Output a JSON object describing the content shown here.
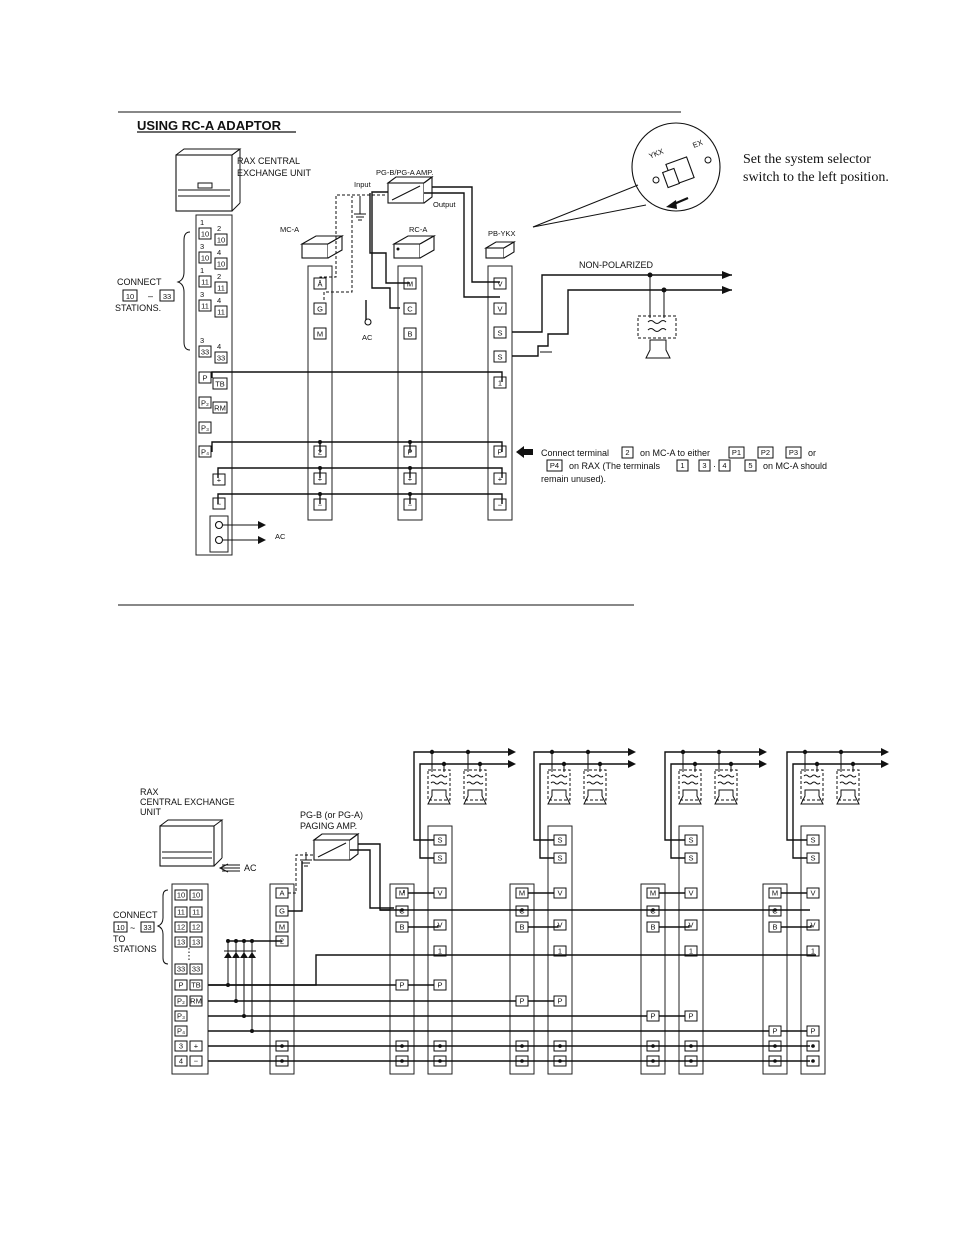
{
  "diagram1": {
    "title": "USING  RC-A  ADAPTOR",
    "rax_label_1": "RAX CENTRAL",
    "rax_label_2": "EXCHANGE UNIT",
    "amp_label": "PG-B/PG-A AMP.",
    "input_label": "Input",
    "output_label": "Output",
    "mca_label": "MC-A",
    "rca_label": "RC-A",
    "pbykx_label": "PB-YKX",
    "connect_label_1": "CONNECT",
    "connect_range_from": "10",
    "connect_range_sep": "–",
    "connect_range_to": "33",
    "stations_label": "STATIONS.",
    "nonpolarized_label": "NON-POLARIZED",
    "ac_label_small": "AC",
    "ac_label": "AC",
    "selector_ykx": "YKX",
    "selector_ex": "EX",
    "selector_note_1": "Set the system selector",
    "selector_note_2": "switch to the left position.",
    "note_1a": "Connect terminal",
    "note_t2": "2",
    "note_1b": "on MC-A to either",
    "note_p1": "P1",
    "note_p2": "P2",
    "note_p3": "P3",
    "note_or": "or",
    "note_p4": "P4",
    "note_2a": "on RAX (The terminals",
    "note_t1": "1",
    "note_t3": "3",
    "note_dot": "·",
    "note_t4": "4",
    "note_t5": "5",
    "note_2b": "on MC-A should",
    "note_3": "remain unused).",
    "rax_terminals": [
      {
        "sup1": "1",
        "sup2": "2",
        "a": "10",
        "b": "10"
      },
      {
        "sup1": "3",
        "sup2": "4",
        "a": "10",
        "b": "10"
      },
      {
        "sup1": "1",
        "sup2": "2",
        "a": "11",
        "b": "11"
      },
      {
        "sup1": "3",
        "sup2": "4",
        "a": "11",
        "b": "11"
      },
      {
        "sup1": "3",
        "sup2": "4",
        "a": "33",
        "b": "33"
      }
    ],
    "rax_p_terminals": [
      "P",
      "P₂",
      "P₃",
      "P₄"
    ],
    "rax_tb": "TB",
    "rax_rm": "RM",
    "rax_plus": "+",
    "rax_minus": "−",
    "mca_terms": [
      "A",
      "G",
      "M",
      "2",
      "+",
      "−"
    ],
    "rca_terms": [
      "M",
      "C",
      "B",
      "P",
      "+",
      "−"
    ],
    "pbykx_terms": [
      "V",
      "V",
      "S",
      "S",
      "1",
      "P",
      "+",
      "−"
    ]
  },
  "diagram2": {
    "rax_label_1": "RAX",
    "rax_label_2": "CENTRAL EXCHANGE",
    "rax_label_3": "UNIT",
    "ac_label": "AC",
    "amp_label_1": "PG-B (or PG-A)",
    "amp_label_2": "PAGING AMP.",
    "connect_label_1": "CONNECT",
    "connect_from": "10",
    "connect_tilde": "~",
    "connect_to": "33",
    "connect_label_3": "TO",
    "connect_label_4": "STATIONS",
    "rax_rows": [
      {
        "a": "10",
        "b": "10"
      },
      {
        "a": "11",
        "b": "11"
      },
      {
        "a": "12",
        "b": "12"
      },
      {
        "a": "13",
        "b": "13"
      },
      {
        "a": "33",
        "b": "33"
      }
    ],
    "rax_p_rows": [
      {
        "a": "P",
        "b": "TB"
      },
      {
        "a": "P₂",
        "b": "RM"
      },
      {
        "a": "P₃",
        "b": ""
      },
      {
        "a": "P₄",
        "b": ""
      },
      {
        "a": "3",
        "b": "+"
      },
      {
        "a": "4",
        "b": "−"
      }
    ],
    "mca_terms": [
      "A",
      "G",
      "M",
      "2",
      "+",
      "−"
    ],
    "rca_terms": [
      "M",
      "C",
      "B",
      "P",
      "+",
      "−"
    ],
    "ykx_terms": [
      "S",
      "S",
      "V",
      "V",
      "1",
      "P",
      "+",
      "−"
    ],
    "group_p_labels": [
      "P",
      "P",
      "P",
      "P"
    ]
  }
}
